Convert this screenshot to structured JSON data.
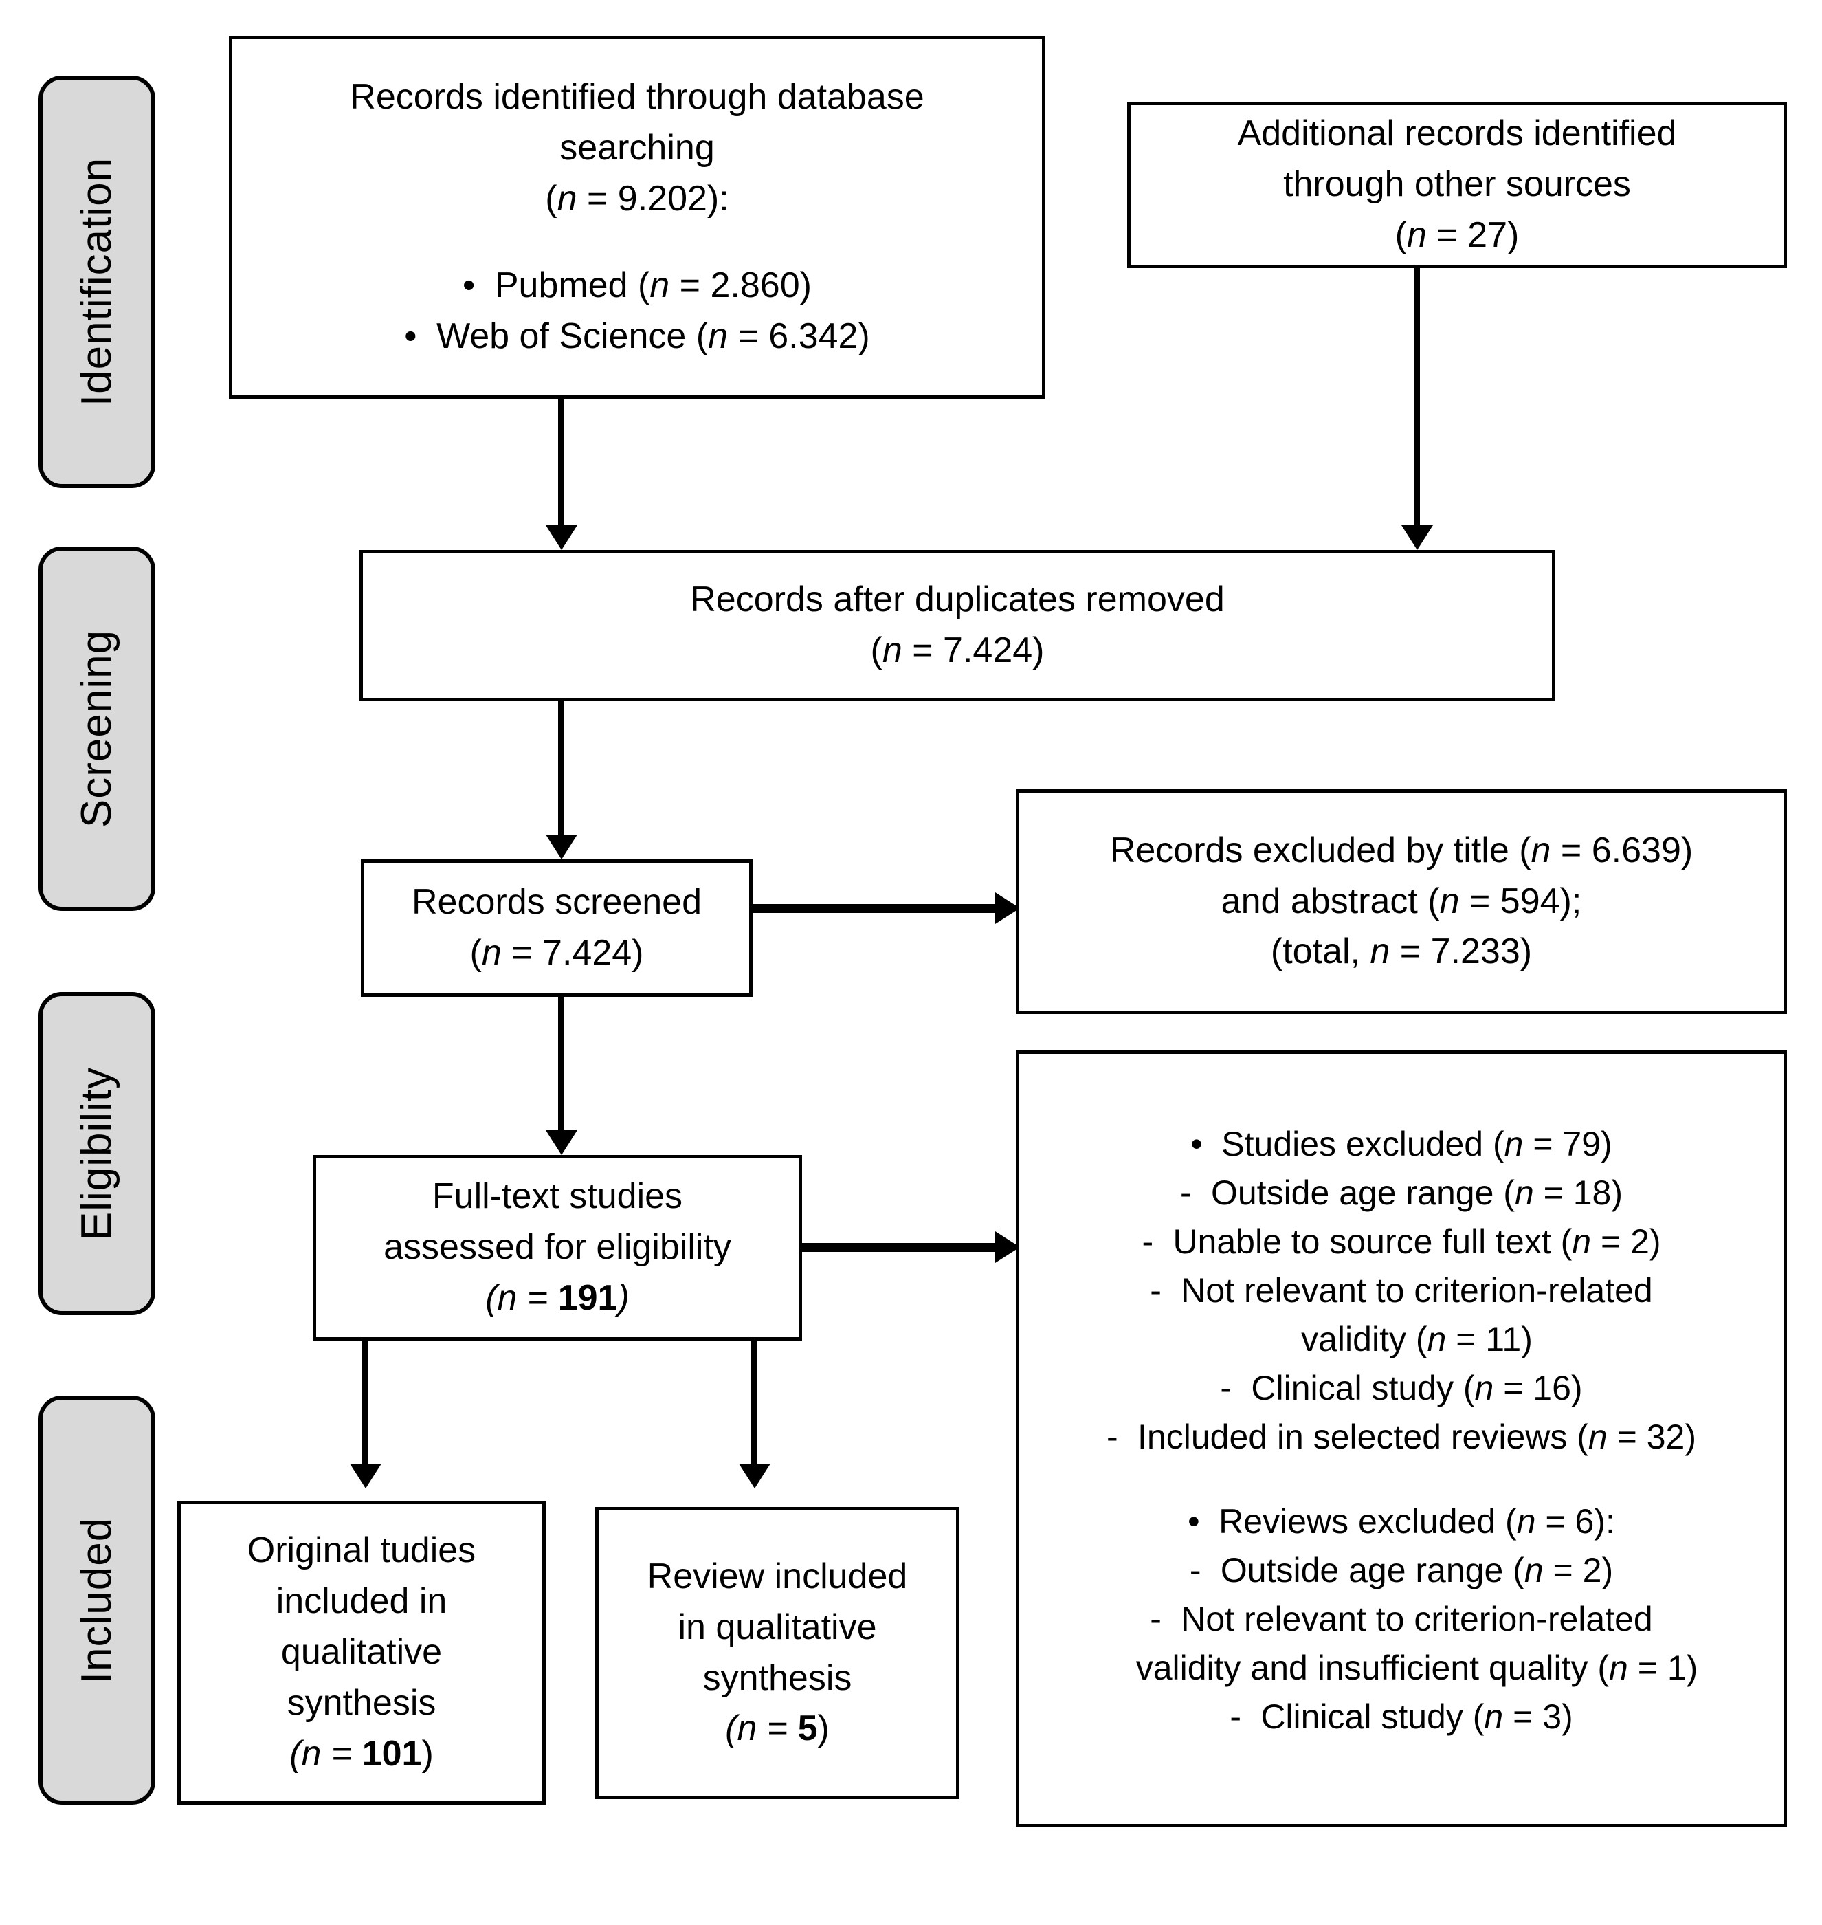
{
  "diagram": {
    "title": "PRISMA flow diagram",
    "phases": [
      {
        "id": "identification",
        "label": "Identification"
      },
      {
        "id": "screening",
        "label": "Screening"
      },
      {
        "id": "eligibility",
        "label": "Eligibility"
      },
      {
        "id": "included",
        "label": "Included"
      }
    ],
    "colors": {
      "phase_fill": "#d9d9d9",
      "border": "#000000",
      "box_fill": "#ffffff",
      "text": "#000000"
    },
    "boxes": {
      "database_search": {
        "line1": "Records identified through database",
        "line2": "searching",
        "line3_prefix": "(",
        "line3_n": "n",
        "line3_value": " = 9.202):",
        "items": [
          {
            "bullet": "•",
            "text_prefix": "Pubmed (",
            "n": "n",
            "text_suffix": " = 2.860)"
          },
          {
            "bullet": "•",
            "text_prefix": "Web of Science (",
            "n": "n",
            "text_suffix": " = 6.342)"
          }
        ]
      },
      "other_sources": {
        "line1": "Additional records identified",
        "line2": "through other sources",
        "line3_prefix": "(",
        "line3_n": "n",
        "line3_value": " = 27)"
      },
      "duplicates_removed": {
        "line1": "Records after duplicates removed",
        "line2_prefix": "(",
        "line2_n": "n",
        "line2_value": " = 7.424)"
      },
      "records_screened": {
        "line1": "Records screened",
        "line2_prefix": "(",
        "line2_n": "n",
        "line2_value": " = 7.424)"
      },
      "excluded_title_abstract": {
        "line1_prefix": "Records excluded by title (",
        "line1_n": "n",
        "line1_suffix": " = 6.639)",
        "line2_prefix": "and abstract (",
        "line2_n": "n",
        "line2_suffix": " = 594);",
        "line3_prefix": "(total, ",
        "line3_n": "n",
        "line3_suffix": " = 7.233)"
      },
      "full_text_assessed": {
        "line1": "Full-text studies",
        "line2": "assessed for eligibility",
        "line3_prefix": "(",
        "line3_n": "n",
        "line3_eq": " = ",
        "line3_value": "191",
        "line3_suffix": ")"
      },
      "eligibility_exclusions": {
        "group1": {
          "bullet": "•",
          "heading_prefix": "Studies excluded (",
          "heading_n": "n",
          "heading_suffix": " = 79)",
          "items": [
            {
              "dash": "-",
              "prefix": "Outside age range (",
              "n": "n",
              "suffix": " = 18)"
            },
            {
              "dash": "-",
              "prefix": "Unable to source full text (",
              "n": "n",
              "suffix": " = 2)"
            },
            {
              "dash": "-",
              "prefix": "Not relevant to criterion-related",
              "n": "",
              "suffix": ""
            },
            {
              "dash": "",
              "prefix": "validity (",
              "n": "n",
              "suffix": " = 11)"
            },
            {
              "dash": "-",
              "prefix": "Clinical study (",
              "n": "n",
              "suffix": " = 16)"
            },
            {
              "dash": "-",
              "prefix": "Included in selected reviews (",
              "n": "n",
              "suffix": " = 32)"
            }
          ]
        },
        "group2": {
          "bullet": "•",
          "heading_prefix": "Reviews excluded (",
          "heading_n": "n",
          "heading_suffix": " = 6):",
          "items": [
            {
              "dash": "-",
              "prefix": "Outside age range (",
              "n": "n",
              "suffix": " = 2)"
            },
            {
              "dash": "-",
              "prefix": "Not relevant to criterion-related",
              "n": "",
              "suffix": ""
            },
            {
              "dash": "",
              "prefix": "validity and insufficient quality (",
              "n": "n",
              "suffix": " = 1)"
            },
            {
              "dash": "-",
              "prefix": "Clinical study (",
              "n": "n",
              "suffix": " = 3)"
            }
          ]
        }
      },
      "original_studies_included": {
        "line1": "Original tudies",
        "line2": "included in",
        "line3": "qualitative",
        "line4": "synthesis",
        "line5_prefix": "(",
        "line5_n": "n",
        "line5_eq": " = ",
        "line5_value": "101",
        "line5_suffix": ")"
      },
      "review_included": {
        "line1": "Review included",
        "line2": "in qualitative",
        "line3": "synthesis",
        "line4_prefix": "(",
        "line4_n": "n",
        "line4_eq": " = ",
        "line4_value": "5",
        "line4_suffix": ")"
      }
    }
  }
}
